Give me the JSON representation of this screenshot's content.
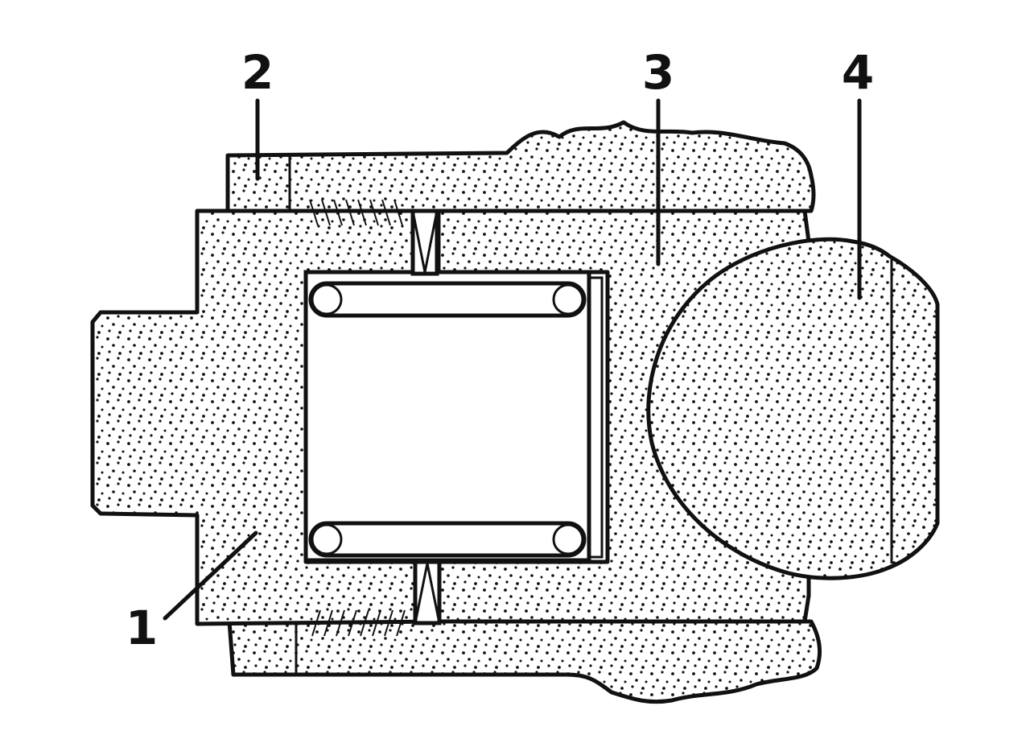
{
  "callouts": {
    "label_1": "1",
    "label_2": "2",
    "label_3": "3",
    "label_4": "4"
  },
  "colors": {
    "ink": "#111111",
    "paper": "#ffffff"
  }
}
